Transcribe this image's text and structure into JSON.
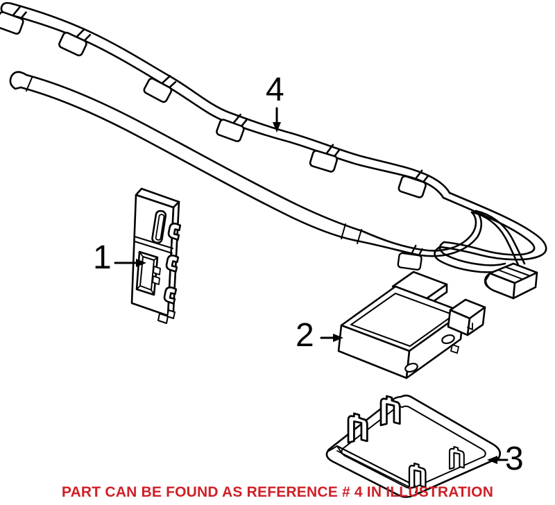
{
  "diagram": {
    "background_color": "#ffffff",
    "line_color": "#000000",
    "callouts": [
      {
        "ref": "1"
      },
      {
        "ref": "2"
      },
      {
        "ref": "3"
      },
      {
        "ref": "4"
      }
    ],
    "note": {
      "text": "PART CAN BE FOUND AS REFERENCE # 4 IN ILLUSTRATION",
      "color": "#cf2027"
    }
  }
}
